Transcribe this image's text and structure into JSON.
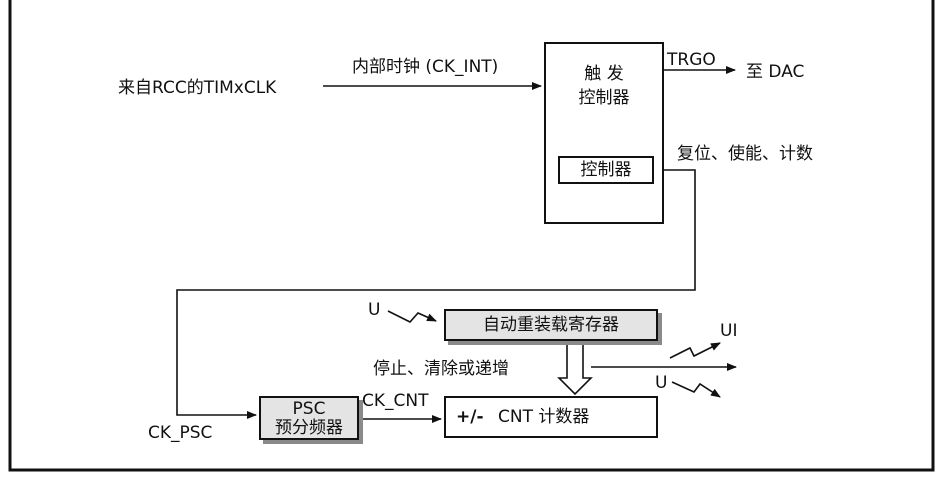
{
  "diagram": {
    "source_label": "来自RCC的TIMxCLK",
    "internal_clock_label": "内部时钟 (CK_INT)",
    "trigger_controller": {
      "title_line1": "触 发",
      "title_line2": "控制器",
      "inner_box_label": "控制器"
    },
    "trgo_label": "TRGO",
    "dac_label": "至 DAC",
    "reset_enable_count_label": "复位、使能、计数",
    "u_label_top": "U",
    "auto_reload_register_label": "自动重装载寄存器",
    "ui_label": "UI",
    "u_label_bottom": "U",
    "stop_clear_label": "停止、清除或递增",
    "ck_psc_label": "CK_PSC",
    "psc_box": {
      "line1": "PSC",
      "line2": "预分频器"
    },
    "ck_cnt_label": "CK_CNT",
    "counter_box": {
      "sign": "+/-",
      "label": "CNT 计数器"
    }
  }
}
